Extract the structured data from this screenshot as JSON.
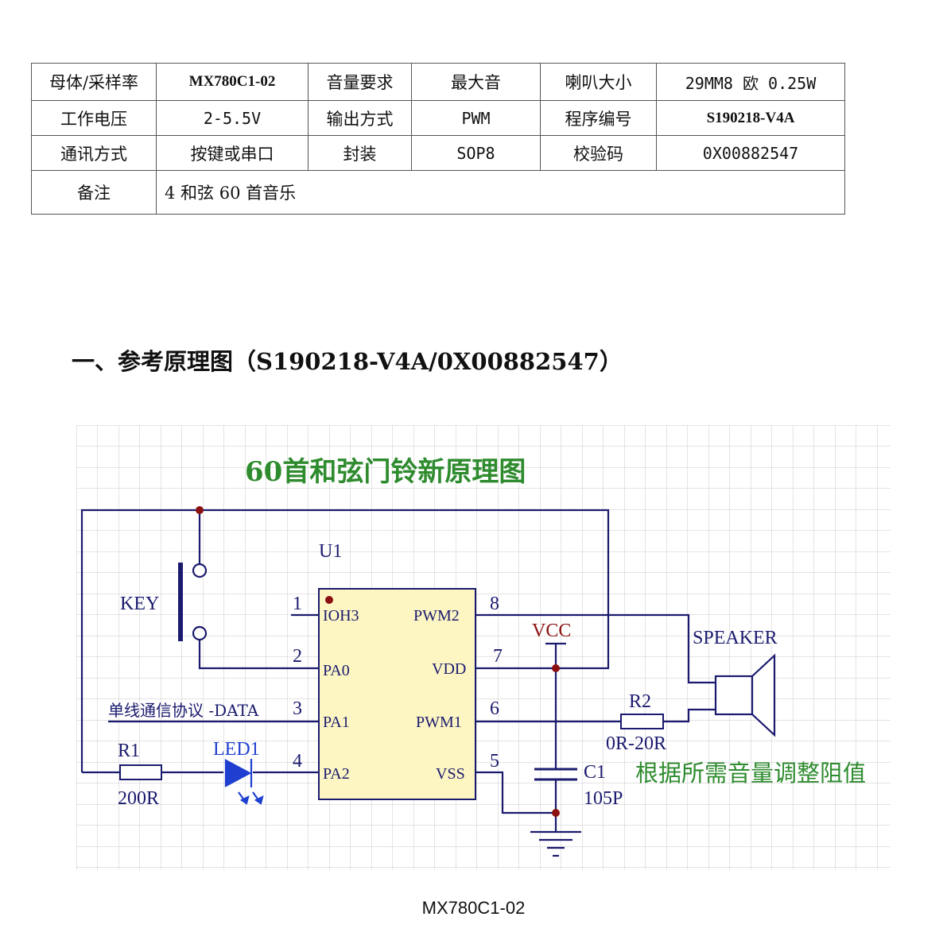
{
  "spec_table": {
    "rows": [
      [
        "母体/采样率",
        "MX780C1-02",
        "音量要求",
        "最大音",
        "喇叭大小",
        "29MM8 欧 0.25W"
      ],
      [
        "工作电压",
        "2-5.5V",
        "输出方式",
        "PWM",
        "程序编号",
        "S190218-V4A"
      ],
      [
        "通讯方式",
        "按键或串口",
        "封装",
        "SOP8",
        "校验码",
        "0X00882547"
      ],
      [
        "备注",
        "4 和弦 60 首音乐"
      ]
    ]
  },
  "section_heading": "一、参考原理图（S190218-V4A/0X00882547）",
  "schematic": {
    "title": "60首和弦门铃新原理图",
    "chip_ref": "U1",
    "pins_left": [
      {
        "num": "1",
        "name": "IOH3"
      },
      {
        "num": "2",
        "name": "PA0"
      },
      {
        "num": "3",
        "name": "PA1"
      },
      {
        "num": "4",
        "name": "PA2"
      }
    ],
    "pins_right": [
      {
        "num": "8",
        "name": "PWM2"
      },
      {
        "num": "7",
        "name": "VDD"
      },
      {
        "num": "6",
        "name": "PWM1"
      },
      {
        "num": "5",
        "name": "VSS"
      }
    ],
    "key_label": "KEY",
    "data_label": "单线通信协议 -DATA",
    "r1_label": "R1",
    "r1_value": "200R",
    "led_label": "LED1",
    "vcc_label": "VCC",
    "speaker_label": "SPEAKER",
    "r2_label": "R2",
    "r2_value": "0R-20R",
    "c1_label": "C1",
    "c1_value": "105P",
    "note": "根据所需音量调整阻值",
    "colors": {
      "wire": "#1a1a6e",
      "junction": "#8b1010",
      "chip_fill": "#fdf6c3",
      "title": "#2e8b2e",
      "note": "#2e8b2e",
      "vcc": "#8b1010",
      "led": "#1f3fd0",
      "grid": "#c8c8c8"
    }
  },
  "caption": "MX780C1-02"
}
